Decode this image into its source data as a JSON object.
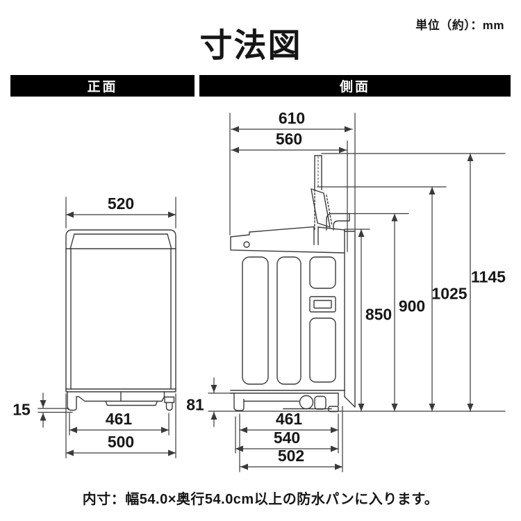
{
  "page": {
    "title": "寸法図",
    "unit_note": "単位（約）：mm",
    "caption": "内寸：幅54.0×奥行54.0cm以上の防水パンに入ります。"
  },
  "front_view": {
    "label": "正面",
    "dims": {
      "width_top": "520",
      "leg_height": "15",
      "feet_span": "461",
      "base_width": "500"
    }
  },
  "side_view": {
    "label": "側面",
    "dims": {
      "depth_overall": "610",
      "body_depth": "560",
      "height_lid_open": "1145",
      "height_lid_tilted": "1025",
      "height_inlet": "900",
      "height_body": "850",
      "base_height": "81",
      "feet_span": "461",
      "pan_span": "540",
      "base_depth": "502"
    }
  },
  "colors": {
    "background": "#ffffff",
    "line_color": "#3a3a3a",
    "text_color": "#161616",
    "header_bg": "#000000",
    "header_text": "#ffffff"
  }
}
